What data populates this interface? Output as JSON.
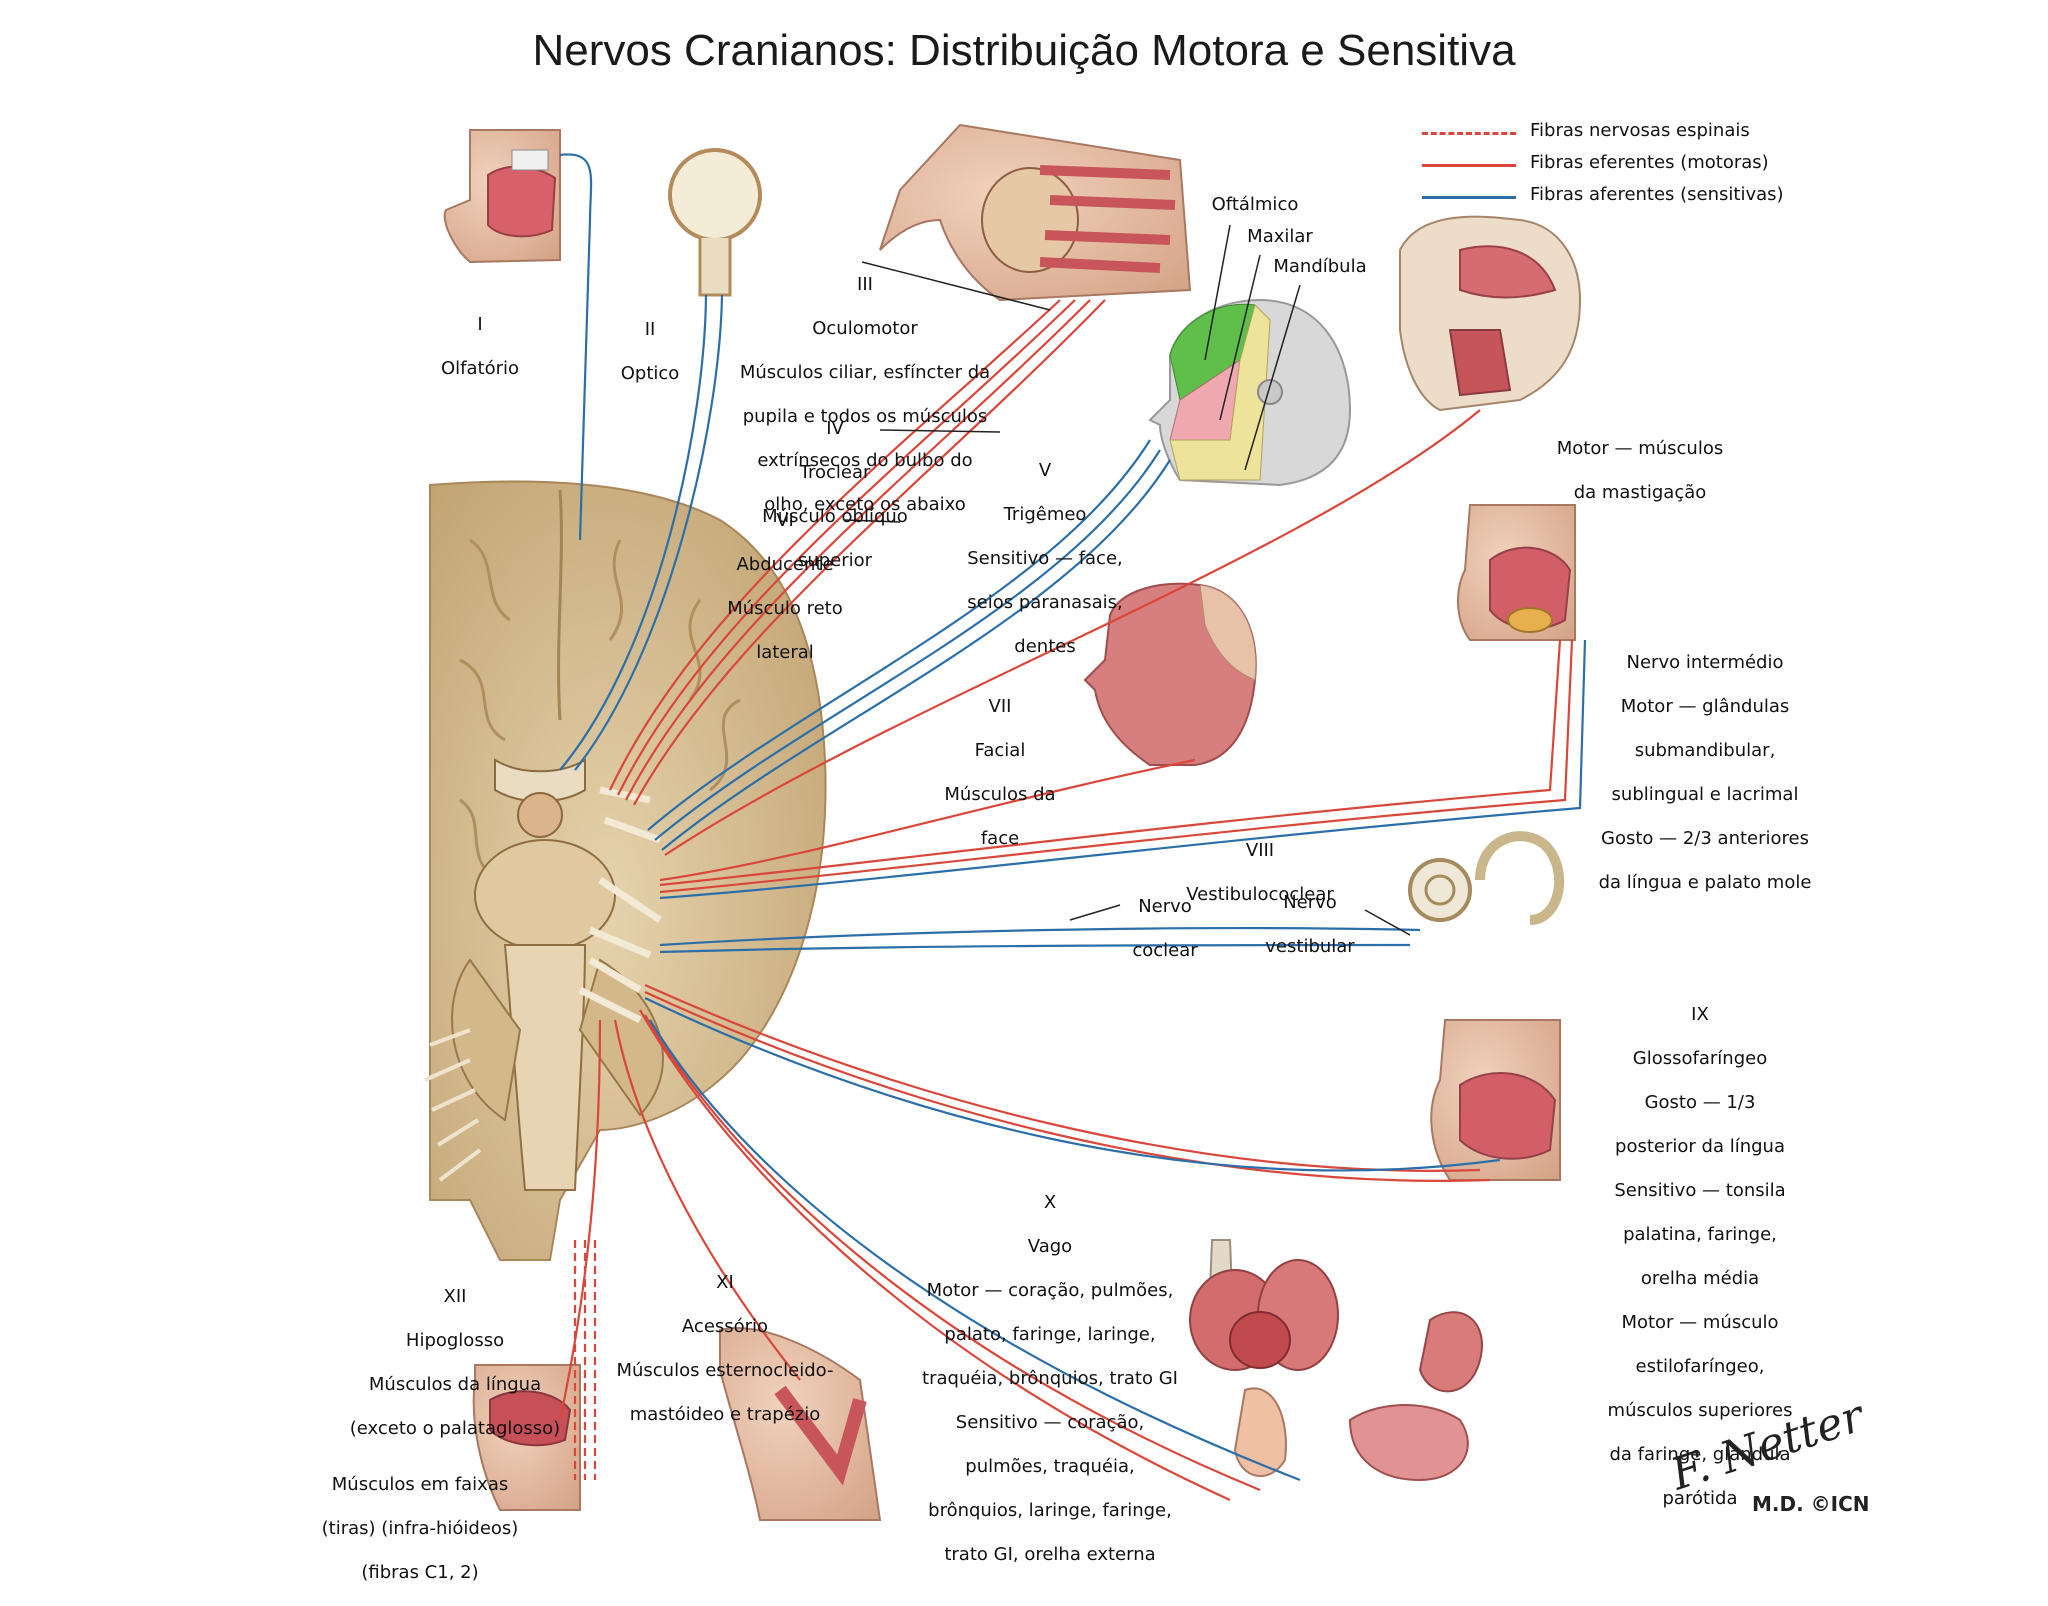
{
  "title": "Nervos Cranianos: Distribuição Motora e Sensitiva",
  "legend": [
    {
      "label": "Fibras nervosas espinais",
      "color": "#d9473a",
      "style": "dashed"
    },
    {
      "label": "Fibras eferentes (motoras)",
      "color": "#d9473a",
      "style": "solid"
    },
    {
      "label": "Fibras aferentes (sensitivas)",
      "color": "#2c6fa8",
      "style": "solid"
    }
  ],
  "colors": {
    "motor": "#d9473a",
    "sensory": "#2c6fa8",
    "brain": "#d8c29a",
    "tissue": "#c9595c",
    "skin": "#e8c2a8",
    "ophthalmic_zone": "#5fbf4a",
    "maxillary_zone": "#f0a8b0",
    "mandibular_zone": "#eee39a"
  },
  "labels": {
    "olfactory": [
      "I",
      "Olfatório"
    ],
    "optic": [
      "II",
      "Optico"
    ],
    "oculomotor": [
      "III",
      "Oculomotor",
      "Músculos ciliar, esfíncter da",
      "pupila e todos os músculos",
      "extrínsecos do bulbo do",
      "olho, exceto os abaixo"
    ],
    "trochlear": [
      "IV",
      "Troclear",
      "Músculo oblíquo",
      "superior"
    ],
    "abducens": [
      "VI",
      "Abducente",
      "Músculo reto",
      "lateral"
    ],
    "trigeminal": [
      "V",
      "Trigêmeo",
      "Sensitivo — face,",
      "seios paranasais,",
      "dentes"
    ],
    "ophthalmic": "Oftálmico",
    "maxillary": "Maxilar",
    "mandibular": "Mandíbula",
    "mastication": [
      "Motor — músculos",
      "da mastigação"
    ],
    "facial": [
      "VII",
      "Facial",
      "Músculos da",
      "face"
    ],
    "intermediate": [
      "Nervo intermédio",
      "Motor — glândulas",
      "submandibular,",
      "sublingual e lacrimal",
      "Gosto — 2/3 anteriores",
      "da língua e palato mole"
    ],
    "vestibulocochlear": [
      "VIII",
      "Vestibulococlear"
    ],
    "cochlear": [
      "Nervo",
      "coclear"
    ],
    "vestibular": [
      "Nervo",
      "vestibular"
    ],
    "glossopharyngeal": [
      "IX",
      "Glossofaríngeo",
      "Gosto — 1/3",
      "posterior da língua",
      "Sensitivo — tonsila",
      "palatina, faringe,",
      "orelha média",
      "Motor — músculo",
      "estilofaríngeo,",
      "músculos superiores",
      "da faringe, glândula",
      "parótida"
    ],
    "vagus": [
      "X",
      "Vago",
      "Motor — coração, pulmões,",
      "palato, faringe, laringe,",
      "traquéia, brônquios, trato GI",
      "Sensitivo — coração,",
      "pulmões, traquéia,",
      "brônquios, laringe, faringe,",
      "trato GI, orelha externa"
    ],
    "accessory": [
      "XI",
      "Acessório",
      "Músculos esternocleido-",
      "mastóideo e trapézio"
    ],
    "hypoglossal": [
      "XII",
      "Hipoglosso",
      "Músculos da língua",
      "(exceto o palataglosso)"
    ],
    "strap": [
      "Músculos em faixas",
      "(tiras) (infra-hióideos)",
      "(fibras C1, 2)"
    ]
  },
  "signature": {
    "name": "F. Netter",
    "suffix": "M.D.",
    "mark": "©ICN"
  }
}
